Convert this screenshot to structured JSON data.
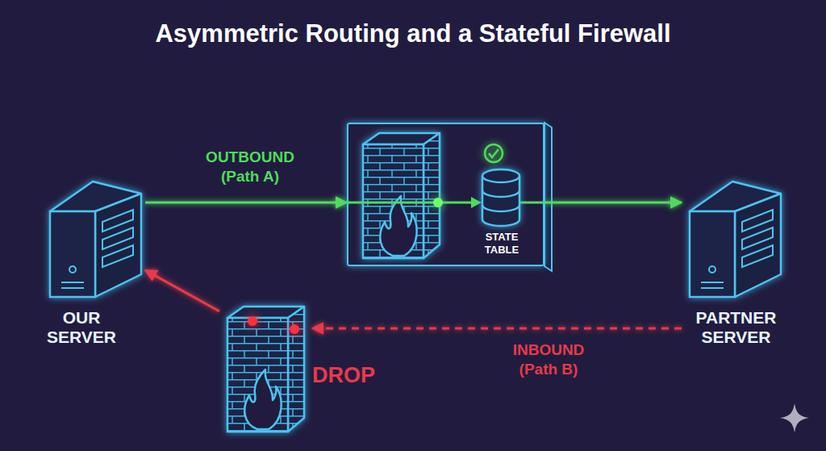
{
  "diagram": {
    "title": "Asymmetric Routing and a Stateful Firewall",
    "nodes": [
      {
        "text": [
          "OUR SERVER"
        ]
      },
      {
        "text": [
          "STATE TABLE"
        ]
      },
      {
        "text": [
          "PARTNER SERVER"
        ]
      },
      {
        "text": [
          "DROP"
        ]
      }
    ],
    "edges": [
      {
        "from": 0,
        "to": 1,
        "label": "OUTBOUND (Path A)",
        "arrow": "to"
      },
      {
        "from": 1,
        "to": 2,
        "arrow": "to"
      },
      {
        "from": 2,
        "to": 3,
        "label": "INBOUND (Path B)",
        "arrow": "to"
      },
      {
        "from": 3,
        "to": 0,
        "arrow": "to"
      }
    ]
  }
}
